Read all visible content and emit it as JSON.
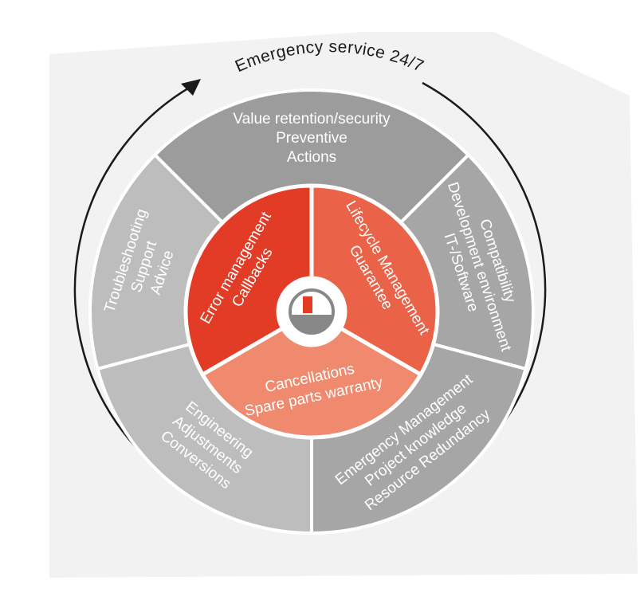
{
  "ring_label": "Emergency service 24/7",
  "colors": {
    "outer_dark": "#9c9c9c",
    "outer_mid": "#a6a6a6",
    "outer_light": "#bdbdbd",
    "inner_red": "#e23b26",
    "inner_orange": "#ea6247",
    "inner_salmon": "#f08a6e",
    "background_shape": "#f2f2f2",
    "arrow": "#1a1a1a"
  },
  "outer_segments": [
    {
      "name": "top",
      "lines": [
        "Value retention/security",
        "Preventive",
        "Actions"
      ]
    },
    {
      "name": "right",
      "lines": [
        "Compatibility",
        "Development environment",
        "IT-/Software"
      ]
    },
    {
      "name": "bottom-right",
      "lines": [
        "Emergency Management",
        "Project knowledge",
        "Resource Redundancy"
      ]
    },
    {
      "name": "bottom-left",
      "lines": [
        "Engineering",
        "Adjustments",
        "Conversions"
      ]
    },
    {
      "name": "left",
      "lines": [
        "Troubleshooting",
        "Support",
        "Advice"
      ]
    }
  ],
  "inner_segments": [
    {
      "name": "left",
      "lines": [
        "Error management",
        "Callbacks"
      ]
    },
    {
      "name": "right",
      "lines": [
        "Lifecycle Management",
        "Guarantee"
      ]
    },
    {
      "name": "bottom",
      "lines": [
        "Cancellations",
        "Spare parts warranty"
      ]
    }
  ],
  "center_icon": "logo-icon"
}
